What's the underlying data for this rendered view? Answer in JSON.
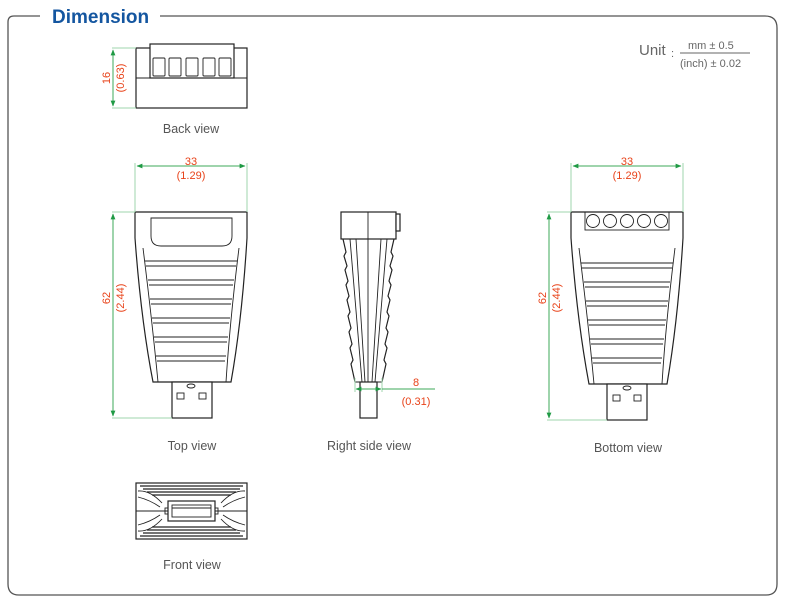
{
  "header": {
    "title": "Dimension"
  },
  "unit": {
    "label": "Unit",
    "separator": ":",
    "numerator": "mm ± 0.5",
    "denominator": "(inch) ± 0.02"
  },
  "colors": {
    "title": "#1456a0",
    "dimension_text": "#e8431a",
    "dimension_line": "#3daa5a",
    "outline": "#222222",
    "frame": "#555555",
    "caption": "#555555"
  },
  "views": {
    "back": {
      "caption": "Back view",
      "height_mm": "16",
      "height_in": "(0.63)",
      "terminal_count": 5
    },
    "top": {
      "caption": "Top view",
      "width_mm": "33",
      "width_in": "(1.29)",
      "length_mm": "62",
      "length_in": "(2.44)"
    },
    "right_side": {
      "caption": "Right side view",
      "thickness_mm": "8",
      "thickness_in": "(0.31)"
    },
    "bottom": {
      "caption": "Bottom view",
      "width_mm": "33",
      "width_in": "(1.29)",
      "length_mm": "62",
      "length_in": "(2.44)",
      "terminal_count": 5
    },
    "front": {
      "caption": "Front view"
    }
  }
}
